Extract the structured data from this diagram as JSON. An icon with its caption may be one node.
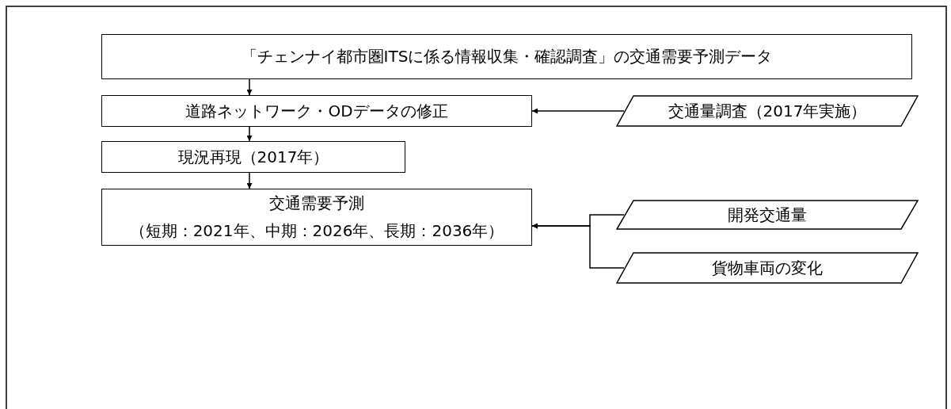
{
  "diagram": {
    "nodes": [
      {
        "text": [
          "「チェンナイ都市圏ITSに係る情報収集・確認調査」の交通需要予測データ"
        ]
      },
      {
        "text": [
          "道路ネットワーク・ODデータの修正"
        ]
      },
      {
        "text": [
          "交通量調査（2017年実施）"
        ]
      },
      {
        "text": [
          "現況再現（2017年）"
        ]
      },
      {
        "text": [
          "交通需要予測",
          "（短期：2021年、中期：2026年、長期：2036年）"
        ]
      },
      {
        "text": [
          "開発交通量"
        ]
      },
      {
        "text": [
          "貨物車両の変化"
        ]
      }
    ],
    "edges": [
      {
        "from": 0,
        "to": 1,
        "arrow": "to"
      },
      {
        "from": 1,
        "to": 3,
        "arrow": "to"
      },
      {
        "from": 3,
        "to": 4,
        "arrow": "to"
      },
      {
        "from": 2,
        "to": 1,
        "arrow": "to"
      },
      {
        "from": 5,
        "to": 4,
        "arrow": "to"
      },
      {
        "from": 6,
        "to": 4,
        "arrow": "to"
      }
    ]
  }
}
